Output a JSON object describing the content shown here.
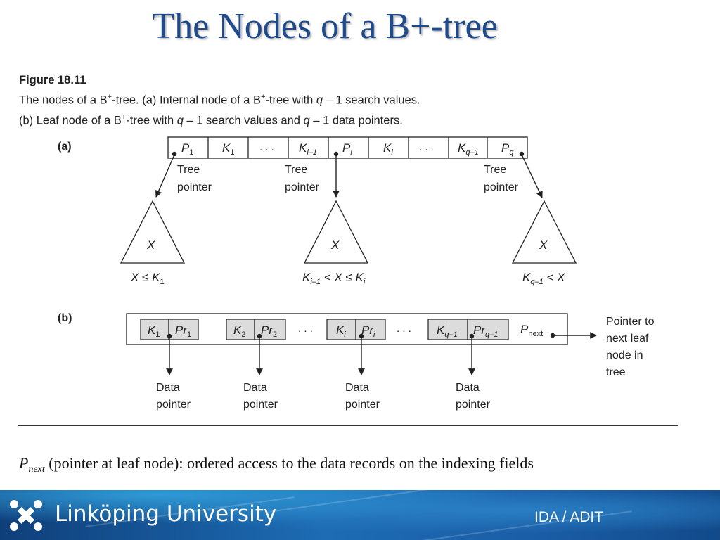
{
  "title": "The Nodes of a B+-tree",
  "caption": {
    "figure_label": "Figure 18.11",
    "line1_a": "The nodes of a B",
    "line1_b": "-tree. (a) Internal node of a B",
    "line1_c": "-tree with ",
    "line1_d": " – 1 search values.",
    "line2_a": "(b) Leaf node of a B",
    "line2_b": "-tree with ",
    "line2_c": " – 1 search values and ",
    "line2_d": " – 1 data pointers.",
    "plus": "+",
    "q": "q"
  },
  "diagram": {
    "part_a_label": "(a)",
    "part_b_label": "(b)",
    "internal_node": {
      "cells": [
        {
          "main": "P",
          "sub": "1"
        },
        {
          "main": "K",
          "sub": "1"
        },
        {
          "main": ". . .",
          "sub": ""
        },
        {
          "main": "K",
          "sub": "i–1"
        },
        {
          "main": "P",
          "sub": "i"
        },
        {
          "main": "K",
          "sub": "i"
        },
        {
          "main": ". . .",
          "sub": ""
        },
        {
          "main": "K",
          "sub": "q–1"
        },
        {
          "main": "P",
          "sub": "q"
        }
      ],
      "tree_pointer_label_1": "Tree",
      "tree_pointer_label_2": "pointer",
      "subtree_symbol": "X",
      "subtree_conditions": [
        {
          "a": "X ≤ K",
          "a_sub": "1",
          "b": "",
          "b_sub": "",
          "c": ""
        },
        {
          "a": "K",
          "a_sub": "i–1",
          "b": " < X ≤ K",
          "b_sub": "i",
          "c": ""
        },
        {
          "a": "K",
          "a_sub": "q–1",
          "b": " < X",
          "b_sub": "",
          "c": ""
        }
      ]
    },
    "leaf_node": {
      "pairs": [
        {
          "k": "K",
          "k_sub": "1",
          "pr": "Pr",
          "pr_sub": "1"
        },
        {
          "k": "K",
          "k_sub": "2",
          "pr": "Pr",
          "pr_sub": "2"
        },
        {
          "k": "K",
          "k_sub": "i",
          "pr": "Pr",
          "pr_sub": "i"
        },
        {
          "k": "K",
          "k_sub": "q–1",
          "pr": "Pr",
          "pr_sub": "q–1"
        }
      ],
      "ellipsis": ". . .",
      "pnext": "P",
      "pnext_sub": "next",
      "next_leaf_label": [
        "Pointer to",
        "next leaf",
        "node in",
        "tree"
      ],
      "data_pointer_label_1": "Data",
      "data_pointer_label_2": "pointer"
    }
  },
  "footnote": {
    "term": "P",
    "term_sub": "next",
    "text": " (pointer at leaf node): ordered access to the data records on the indexing fields"
  },
  "footer": {
    "university": "Linköping University",
    "department": "IDA / ADIT"
  },
  "colors": {
    "title": "#1f4a8c",
    "leaf_cell_fill": "#dcdcdc",
    "footer_blue": "#1d6cb4"
  }
}
